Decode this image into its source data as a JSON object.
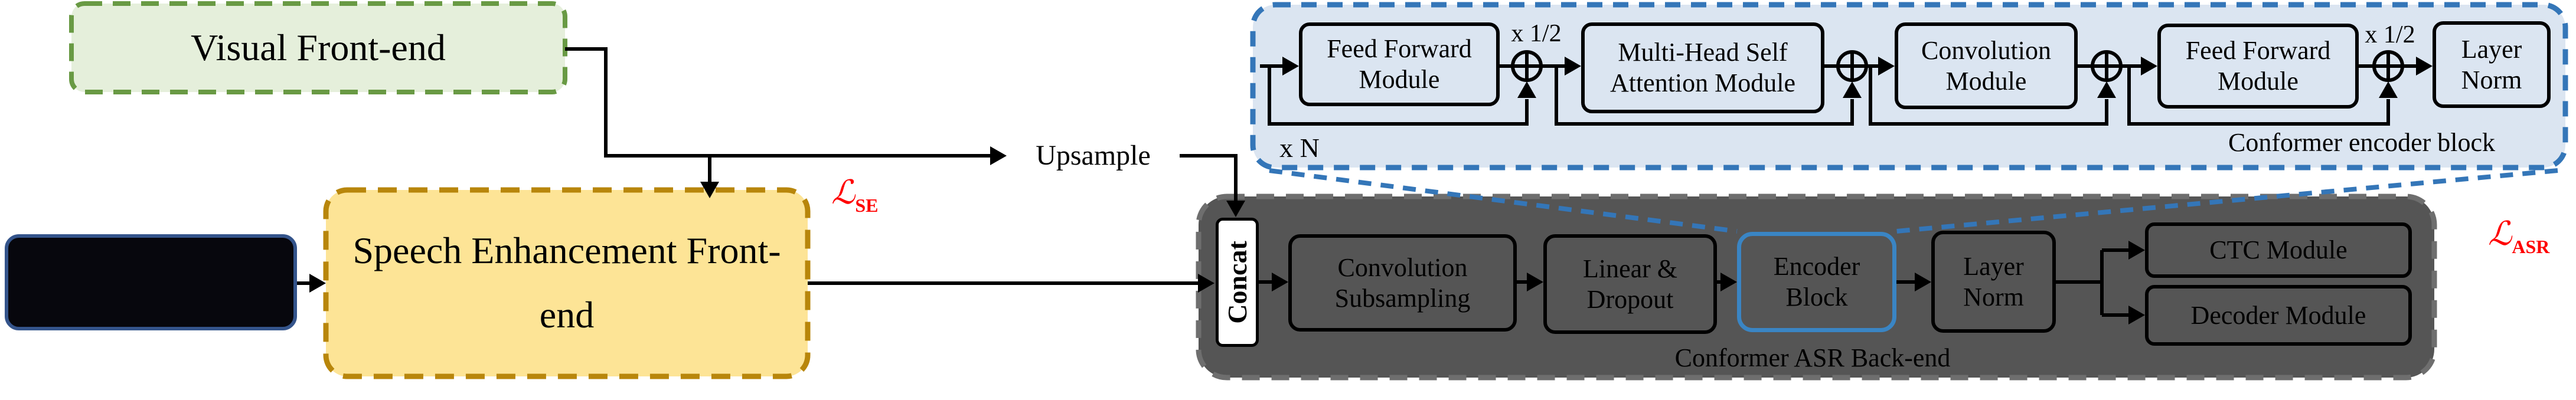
{
  "figure": {
    "visual_frontend": {
      "label": "Visual Front-end"
    },
    "se_frontend": {
      "label": "Speech Enhancement Front-end"
    },
    "upsample": {
      "label": "Upsample"
    },
    "losses": {
      "se": {
        "symbol": "ℒ",
        "sub": "SE"
      },
      "asr": {
        "symbol": "ℒ",
        "sub": "ASR"
      }
    },
    "conformer_encoder": {
      "caption": "Conformer encoder block",
      "repeat_label": "x N",
      "half_label_1": "x 1/2",
      "half_label_2": "x 1/2",
      "modules": {
        "ff1": "Feed Forward Module",
        "mhsa": "Multi-Head Self Attention Module",
        "conv": "Convolution Module",
        "ff2": "Feed Forward Module",
        "layer_norm": "Layer Norm"
      }
    },
    "asr_backend": {
      "caption": "Conformer ASR Back-end",
      "concat_label": "Concat",
      "modules": {
        "conv_subsampling": "Convolution Subsampling",
        "linear_dropout": "Linear & Dropout",
        "encoder_block": "Encoder Block",
        "layer_norm": "Layer Norm",
        "ctc": "CTC Module",
        "decoder": "Decoder Module"
      }
    },
    "colors": {
      "loss_red": "#ff0000",
      "visual_fill": "#e5efdb",
      "visual_border": "#699a44",
      "input_fill": "#07070d",
      "input_border": "#34548b",
      "se_fill": "#fde496",
      "se_border": "#b8860b",
      "conformer_fill": "#dbe5f1",
      "conformer_border": "#3476b8",
      "backend_fill": "#555555",
      "backend_border": "#6e6e6e",
      "encoder_block_border": "#3a85c4"
    }
  }
}
